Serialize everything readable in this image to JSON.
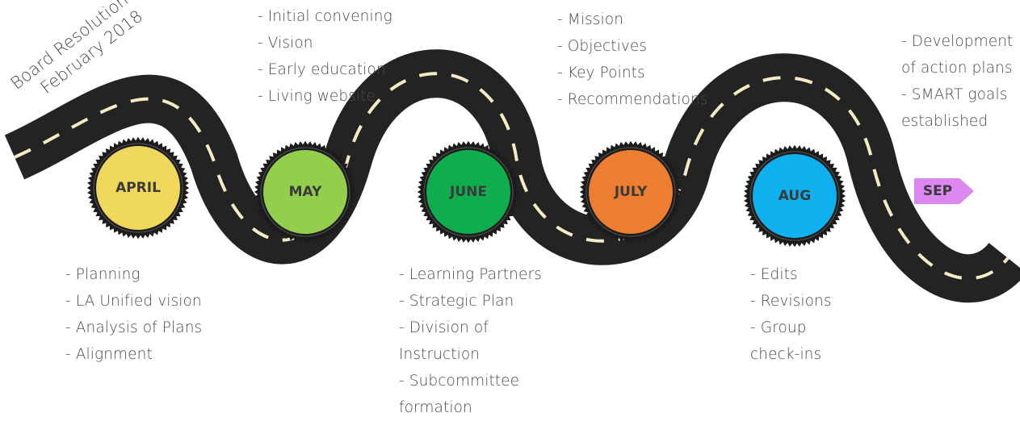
{
  "board_resolution": {
    "line1": "Board Resolution",
    "line2": "February 2018"
  },
  "milestones": [
    {
      "label": "APRIL",
      "color": "#efd85c"
    },
    {
      "label": "MAY",
      "color": "#93cf4d"
    },
    {
      "label": "JUNE",
      "color": "#10ad4f"
    },
    {
      "label": "JULY",
      "color": "#ed7d31"
    },
    {
      "label": "AUG",
      "color": "#0fb0ee"
    }
  ],
  "sep": {
    "label": "SEP",
    "color": "#dd88f0"
  },
  "notes": {
    "april": [
      "- Planning",
      "- LA Unified vision",
      "- Analysis of Plans",
      "- Alignment"
    ],
    "may": [
      "- Initial convening",
      "- Vision",
      "- Early education",
      "- Living website"
    ],
    "june": [
      "- Learning Partners",
      "- Strategic Plan",
      "- Division of",
      "Instruction",
      "- Subcommittee",
      "formation"
    ],
    "july": [
      "- Mission",
      "- Objectives",
      "- Key Points",
      "- Recommendations"
    ],
    "aug": [
      "- Edits",
      "- Revisions",
      "- Group",
      "check-ins"
    ],
    "sep": [
      "- Development",
      "of action plans",
      "- SMART goals",
      "established"
    ]
  },
  "colors": {
    "road": "#232323",
    "road_dash": "#f6ecc4"
  }
}
